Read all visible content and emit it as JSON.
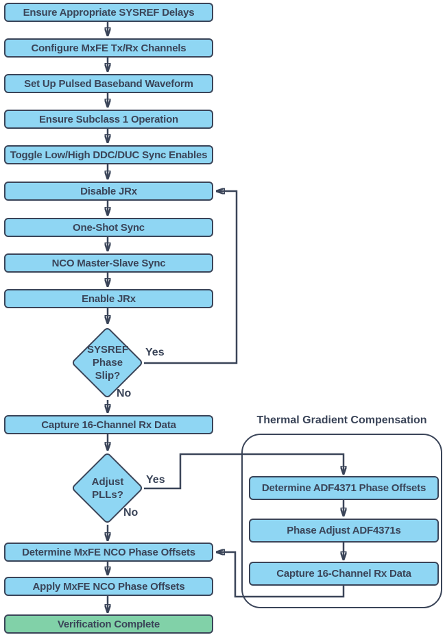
{
  "colors": {
    "step_fill": "#8FD6F3",
    "success_fill": "#81D1A8",
    "line_and_text": "#3A4458",
    "background": "#FFFFFF"
  },
  "flowchart": {
    "steps": [
      "Ensure Appropriate SYSREF Delays",
      "Configure MxFE Tx/Rx Channels",
      "Set Up Pulsed Baseband Waveform",
      "Ensure Subclass 1 Operation",
      "Toggle Low/High DDC/DUC Sync Enables",
      "Disable JRx",
      "One-Shot Sync",
      "NCO Master-Slave Sync",
      "Enable JRx",
      "Capture 16-Channel Rx Data",
      "Determine MxFE NCO Phase Offsets",
      "Apply MxFE NCO Phase Offsets",
      "Verification Complete"
    ],
    "decision_sysref": {
      "line1": "SYSREF",
      "line2": "Phase",
      "line3": "Slip?",
      "yes_label": "Yes",
      "no_label": "No"
    },
    "decision_pll": {
      "line1": "Adjust",
      "line2": "PLLs?",
      "yes_label": "Yes",
      "no_label": "No"
    },
    "subprocess": {
      "title": "Thermal Gradient Compensation",
      "steps": [
        "Determine ADF4371 Phase Offsets",
        "Phase Adjust ADF4371s",
        "Capture 16-Channel Rx Data"
      ]
    }
  }
}
